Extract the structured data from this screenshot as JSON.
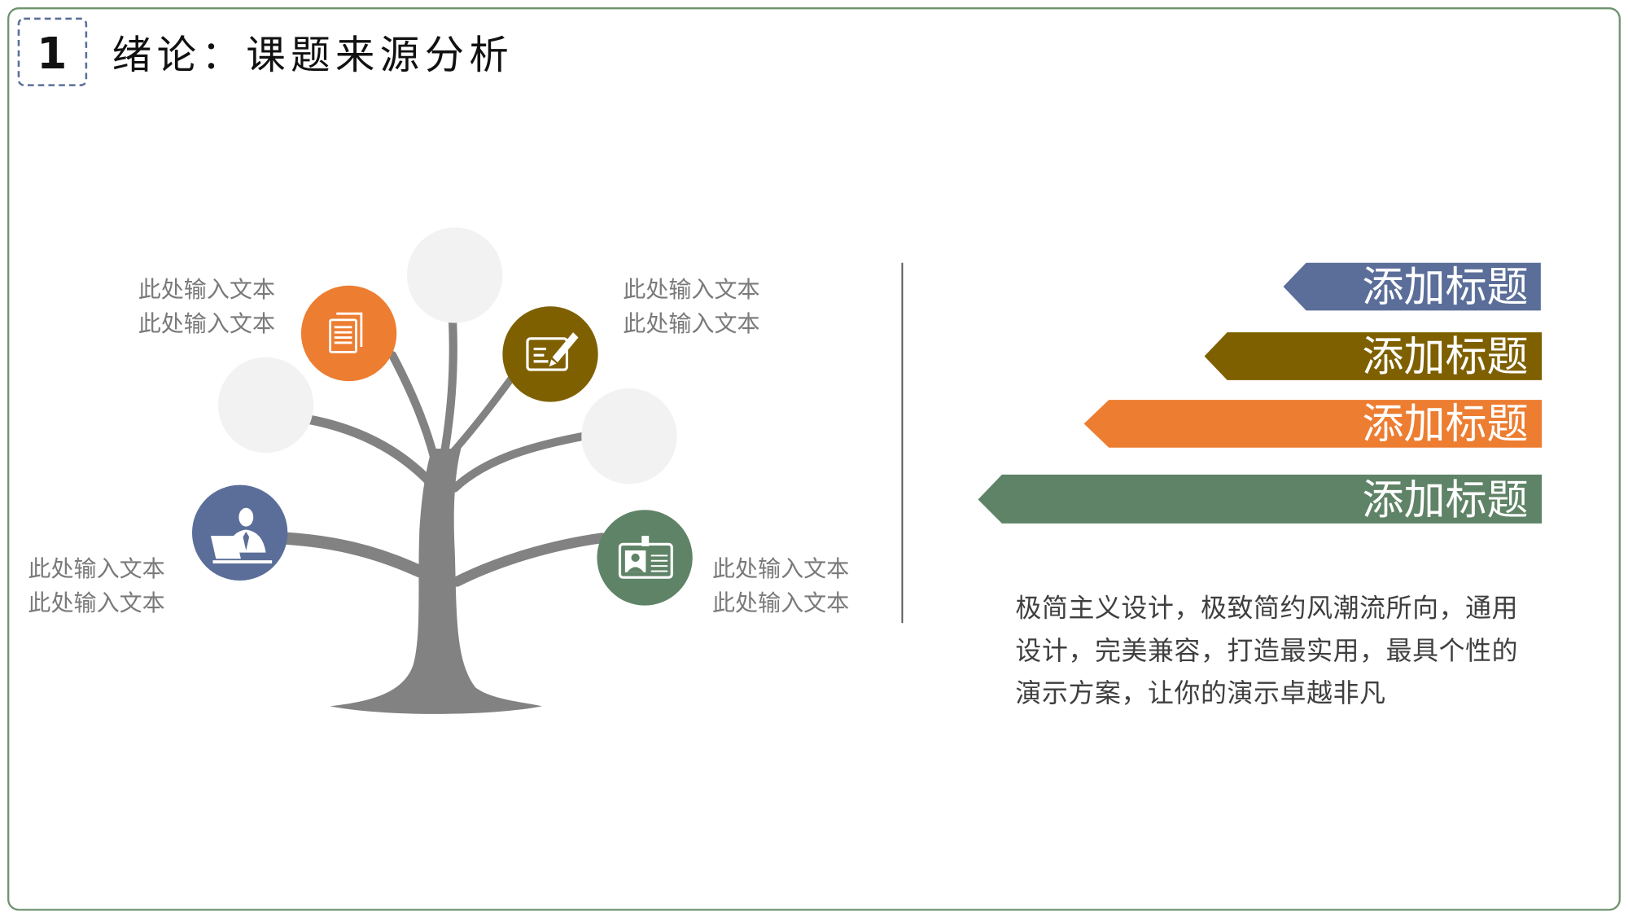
{
  "header": {
    "number": "1",
    "title": "绪论：课题来源分析"
  },
  "colors": {
    "border": "#6E936F",
    "badge": "#5B6E99",
    "blue": "#5B6E99",
    "brown": "#7F6000",
    "orange": "#ED7D31",
    "green": "#5F8366",
    "light_gray": "#F2F2F2",
    "tree": "#828282",
    "divider": "#555555"
  },
  "icons": {
    "orange_circle": "document-icon",
    "brown_circle": "edit-sign-icon",
    "blue_circle": "person-laptop-icon",
    "green_circle": "id-card-icon"
  },
  "tree_labels": [
    {
      "lines": [
        "此处输入文本",
        "此处输入文本"
      ]
    },
    {
      "lines": [
        "此处输入文本",
        "此处输入文本"
      ]
    },
    {
      "lines": [
        "此处输入文本",
        "此处输入文本"
      ]
    },
    {
      "lines": [
        "此处输入文本",
        "此处输入文本"
      ]
    }
  ],
  "banners": [
    {
      "label": "添加标题",
      "color": "#5B6E99"
    },
    {
      "label": "添加标题",
      "color": "#7F6000"
    },
    {
      "label": "添加标题",
      "color": "#ED7D31"
    },
    {
      "label": "添加标题",
      "color": "#5F8366"
    }
  ],
  "description": {
    "lines": [
      "极简主义设计，极致简约风潮流所向，通用",
      "设计，完美兼容，打造最实用，最具个性的",
      "演示方案，让你的演示卓越非凡"
    ]
  }
}
